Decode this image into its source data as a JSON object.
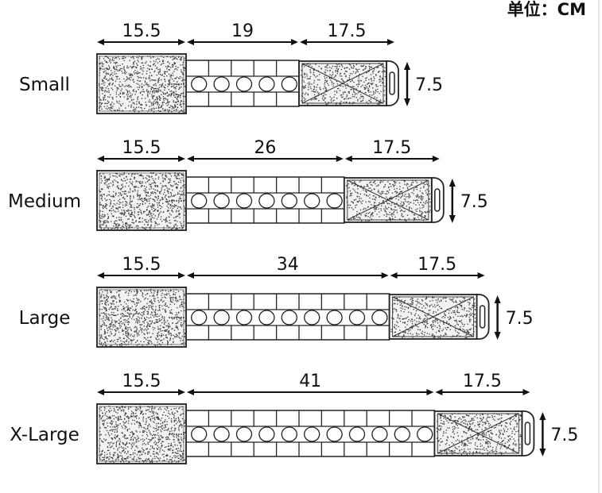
{
  "unit_label": "单位：CM",
  "sizes": [
    {
      "name": "Small",
      "pad": "15.5",
      "middle": "19",
      "end": "17.5",
      "width": "7.5",
      "middle_cm": 19,
      "holes": 5
    },
    {
      "name": "Medium",
      "pad": "15.5",
      "middle": "26",
      "end": "17.5",
      "width": "7.5",
      "middle_cm": 26,
      "holes": 7
    },
    {
      "name": "Large",
      "pad": "15.5",
      "middle": "34",
      "end": "17.5",
      "width": "7.5",
      "middle_cm": 34,
      "holes": 9
    },
    {
      "name": "X-Large",
      "pad": "15.5",
      "middle": "41",
      "end": "17.5",
      "width": "7.5",
      "middle_cm": 41,
      "holes": 11
    }
  ]
}
